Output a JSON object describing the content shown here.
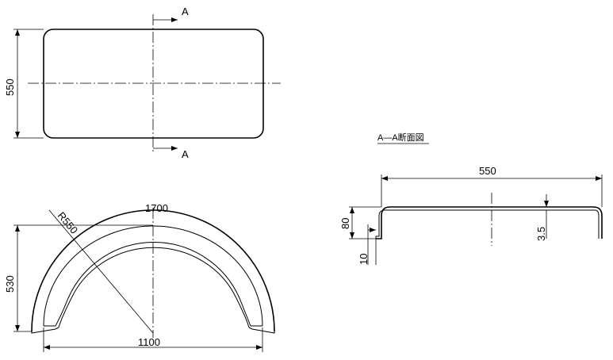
{
  "top_view": {
    "height_dim": "550",
    "section_marker_top": "A",
    "section_marker_bottom": "A"
  },
  "front_view": {
    "outer_width_dim": "1700",
    "inner_width_dim": "1100",
    "height_dim": "530",
    "radius_dim": "R550"
  },
  "section_view": {
    "title": "A―A断面図",
    "width_dim": "550",
    "flange_height_dim": "80",
    "flange_width_dim": "10",
    "thickness_dim": "3.5"
  }
}
